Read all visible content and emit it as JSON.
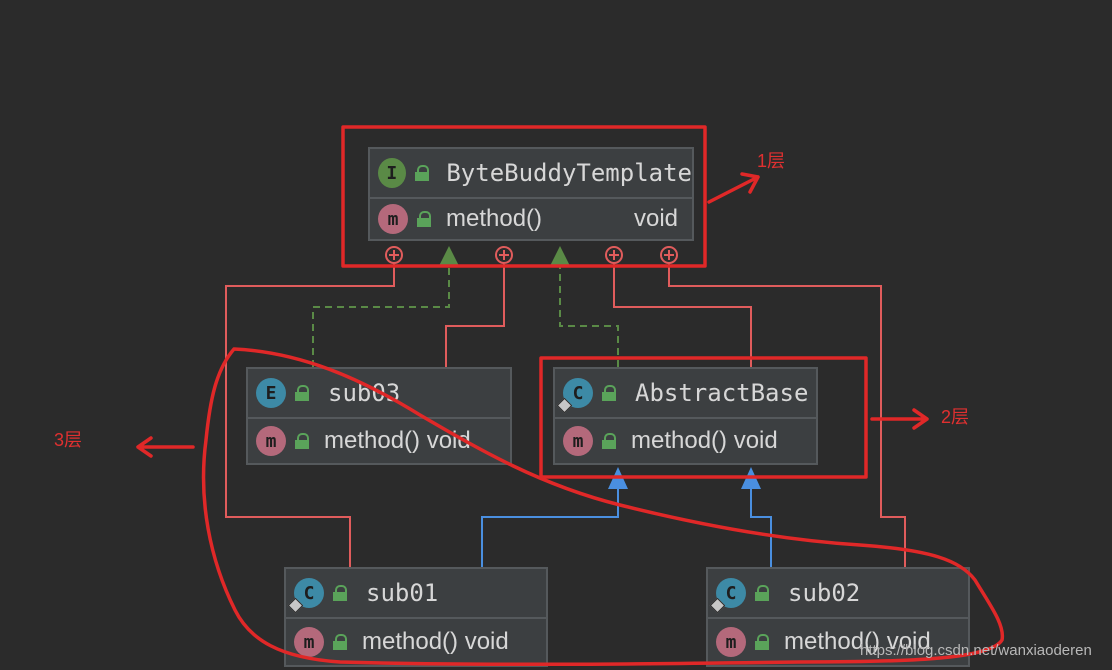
{
  "nodes": {
    "template": {
      "badge": "I",
      "name": "ByteBuddyTemplate",
      "method": "method()",
      "return": "void"
    },
    "sub03": {
      "badge": "E",
      "name": "sub03",
      "method": "method() void"
    },
    "abstract_base": {
      "badge": "C",
      "name": "AbstractBase",
      "method": "method() void"
    },
    "sub01": {
      "badge": "C",
      "name": "sub01",
      "method": "method() void"
    },
    "sub02": {
      "badge": "C",
      "name": "sub02",
      "method": "method() void"
    }
  },
  "method_badge": "m",
  "annotations": {
    "layer1": "1层",
    "layer2": "2层",
    "layer3": "3层"
  },
  "watermark": "https://blog.csdn.net/wanxiaoderen",
  "colors": {
    "background": "#2b2b2b",
    "node": "#3c3f41",
    "inner_line": "#e05c5c",
    "interface_impl": "#5a8a46",
    "extends": "#4a8fe0",
    "annotation_red": "#e02828"
  },
  "icons": [
    "interface-icon",
    "enum-icon",
    "class-icon",
    "abstract-class-icon",
    "method-icon",
    "public-lock-icon"
  ]
}
